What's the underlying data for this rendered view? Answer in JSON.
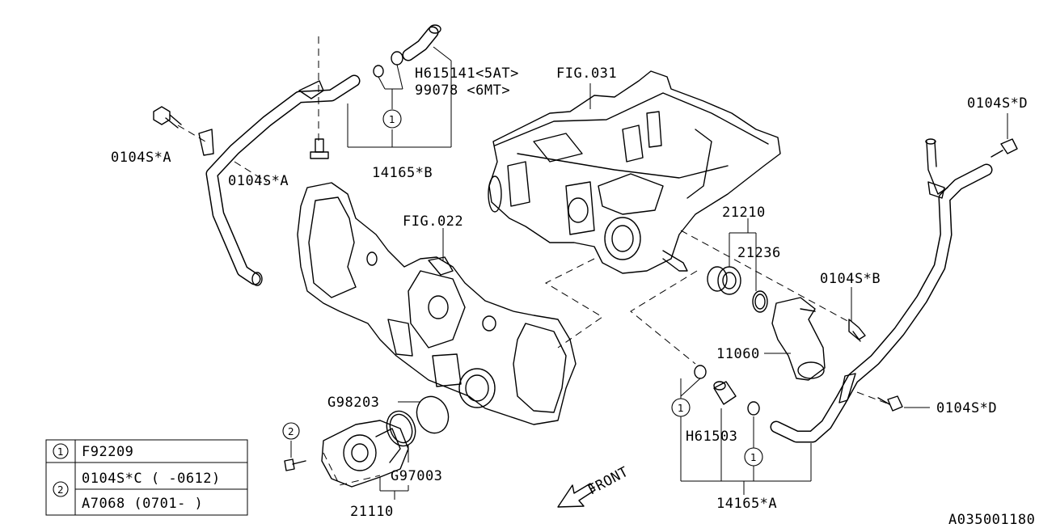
{
  "labels": {
    "fig031": "FIG.031",
    "fig022": "FIG.022",
    "h615141": "H615141<5AT>",
    "n99078": "99078 <6MT>",
    "n14165b": "14165*B",
    "n0104a_1": "0104S*A",
    "n0104a_2": "0104S*A",
    "n0104d_top": "0104S*D",
    "n0104d_bot": "0104S*D",
    "n21210": "21210",
    "n21236": "21236",
    "n0104b": "0104S*B",
    "n11060": "11060",
    "g98203": "G98203",
    "g97003": "G97003",
    "n21110": "21110",
    "h61503": "H61503",
    "n14165a": "14165*A",
    "front": "FRONT",
    "ref": "A035001180"
  },
  "callouts": {
    "one": "1",
    "two": "2"
  },
  "legend": {
    "rows": [
      {
        "key": "1",
        "value": "F92209"
      },
      {
        "key": "2",
        "value": "0104S*C ( -0612)"
      },
      {
        "key": "",
        "value": "A7068  (0701- )"
      }
    ]
  },
  "colors": {
    "ink": "#000000",
    "background": "#ffffff"
  }
}
